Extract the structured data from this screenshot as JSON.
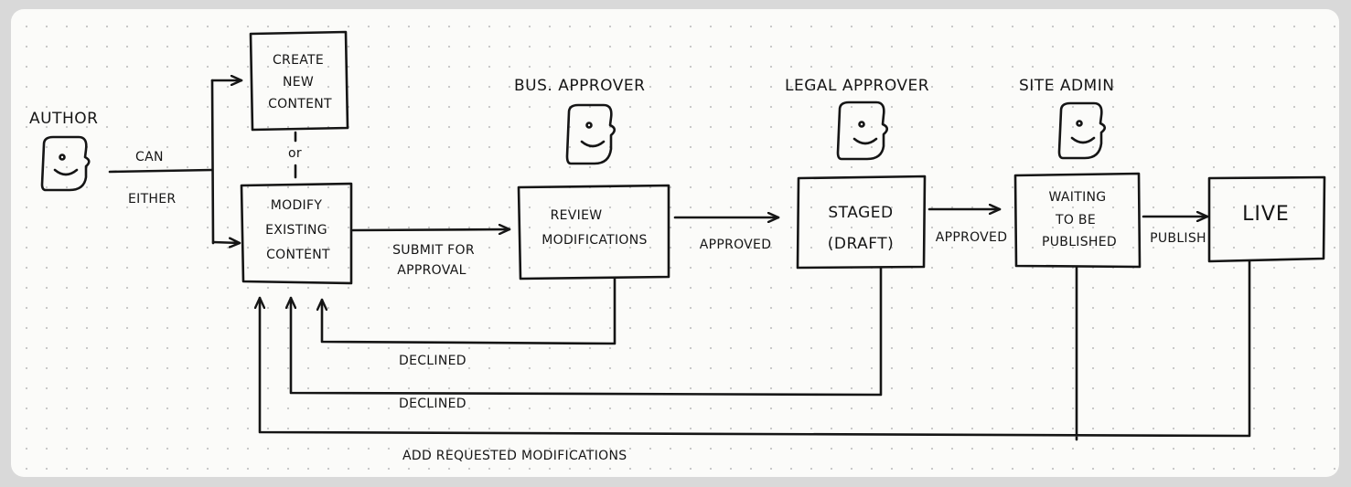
{
  "actors": {
    "author": "AUTHOR",
    "business_approver": "BUS. APPROVER",
    "legal_approver": "LEGAL APPROVER",
    "site_admin": "SITE ADMIN"
  },
  "boxes": {
    "create": [
      "CREATE",
      "NEW",
      "CONTENT"
    ],
    "modify": [
      "MODIFY",
      "EXISTING",
      "CONTENT"
    ],
    "review": [
      "REVIEW",
      "MODIFICATIONS"
    ],
    "staged": [
      "STAGED",
      "(DRAFT)"
    ],
    "waiting": [
      "WAITING",
      "TO BE",
      "PUBLISHED"
    ],
    "live": "LIVE"
  },
  "labels": {
    "can": "CAN",
    "either": "EITHER",
    "or": "or",
    "submit": [
      "SUBMIT FOR",
      "APPROVAL"
    ],
    "approved_1": "APPROVED",
    "approved_2": "APPROVED",
    "publish": "PUBLISH",
    "declined_1": "DECLINED",
    "declined_2": "DECLINED",
    "add_requested": "ADD REQUESTED MODIFICATIONS"
  },
  "colors": {
    "ink": "#151515",
    "paper": "#fbfbf9",
    "background": "#d9d9d9",
    "dot_grid": "#c9c9c9"
  }
}
